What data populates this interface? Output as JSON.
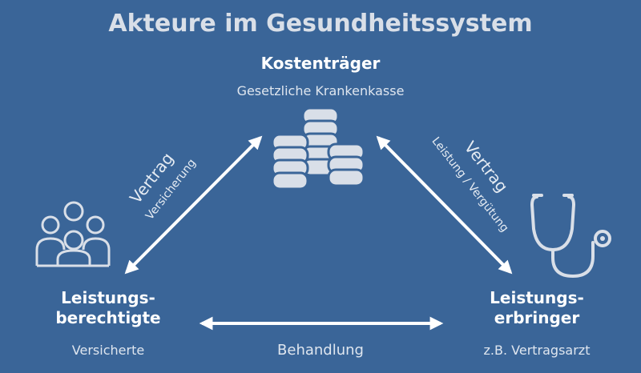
{
  "title": "Akteure im Gesundheitssystem",
  "top_node": {
    "title": "Kostenträger",
    "subtitle": "Gesetzliche Krankenkasse",
    "icon": "coins-icon"
  },
  "left_node": {
    "title_line1": "Leistungs-",
    "title_line2": "berechtigte",
    "subtitle": "Versicherte",
    "icon": "group-of-people-icon"
  },
  "right_node": {
    "title_line1": "Leistungs-",
    "title_line2": "erbringer",
    "subtitle": "z.B. Vertragsarzt",
    "icon": "stethoscope-icon"
  },
  "edges": {
    "left": {
      "label": "Vertrag",
      "sublabel": "Versicherung"
    },
    "right": {
      "label": "Vertrag",
      "sublabel": "Leistung / Vergütung"
    },
    "bottom": {
      "label": "Behandlung"
    }
  },
  "colors": {
    "background": "#3a6598",
    "icons": "#d9dfe8",
    "arrows": "#ffffff"
  }
}
